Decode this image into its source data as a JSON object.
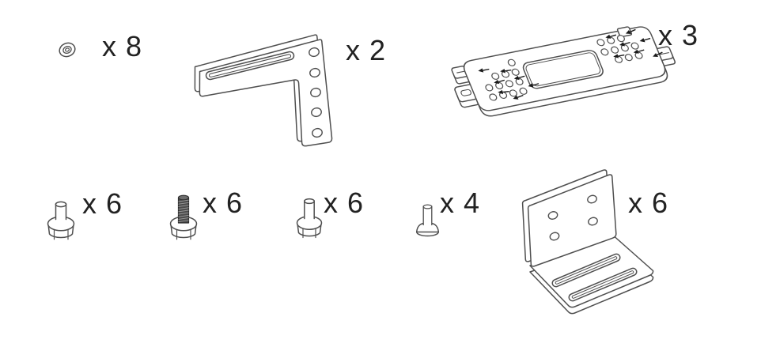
{
  "diagram": {
    "title": "hardware parts list",
    "background": "#ffffff",
    "line_color": "#4f4f4f",
    "label_color": "#222222"
  },
  "parts": [
    {
      "name": "washer",
      "qty": 8,
      "qty_label": "x 8"
    },
    {
      "name": "l-shaped-slotted-bracket",
      "qty": 2,
      "qty_label": "x 2"
    },
    {
      "name": "perforated-mounting-plate",
      "qty": 3,
      "qty_label": "x 3"
    },
    {
      "name": "flange-hex-bolt",
      "qty": 6,
      "qty_label": "x 6"
    },
    {
      "name": "threaded-flange-hex-bolt",
      "qty": 6,
      "qty_label": "x 6"
    },
    {
      "name": "long-flange-hex-bolt",
      "qty": 6,
      "qty_label": "x 6"
    },
    {
      "name": "pan-head-screw",
      "qty": 4,
      "qty_label": "x 4"
    },
    {
      "name": "slotted-angle-bracket",
      "qty": 6,
      "qty_label": "x 6"
    }
  ]
}
